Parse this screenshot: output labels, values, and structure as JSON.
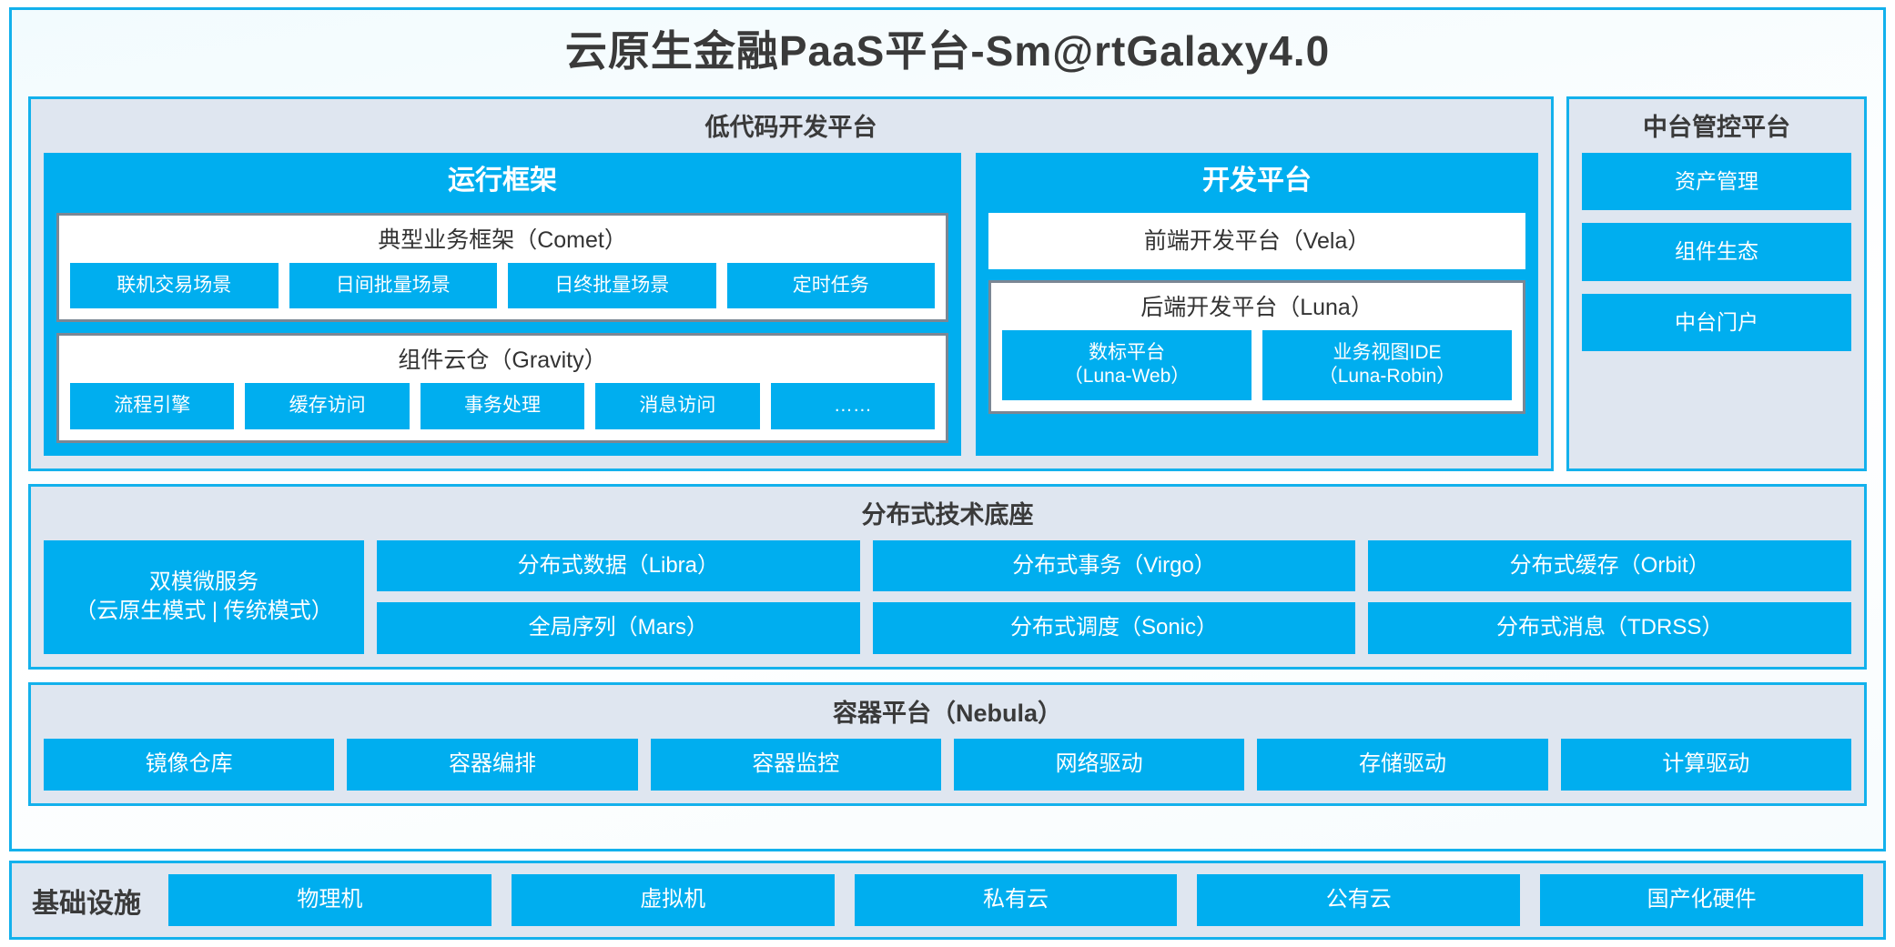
{
  "title": "云原生金融PaaS平台-Sm@rtGalaxy4.0",
  "colors": {
    "accent_blue": "#00AEEF",
    "border_cyan": "#13B1EC",
    "panel_bg": "#DFE6F0",
    "inner_border_grey": "#7B8794",
    "text_dark": "#3A3A3A"
  },
  "lowcode": {
    "title": "低代码开发平台",
    "runtime": {
      "title": "运行框架",
      "comet": {
        "title": "典型业务框架（Comet）",
        "items": [
          "联机交易场景",
          "日间批量场景",
          "日终批量场景",
          "定时任务"
        ]
      },
      "gravity": {
        "title": "组件云仓（Gravity）",
        "items": [
          "流程引擎",
          "缓存访问",
          "事务处理",
          "消息访问",
          "……"
        ]
      }
    },
    "devplatform": {
      "title": "开发平台",
      "vela": "前端开发平台（Vela）",
      "luna": {
        "title": "后端开发平台（Luna）",
        "items": [
          {
            "name": "数标平台",
            "code": "（Luna-Web）"
          },
          {
            "name": "业务视图IDE",
            "code": "（Luna-Robin）"
          }
        ]
      }
    }
  },
  "midoffice": {
    "title": "中台管控平台",
    "items": [
      "资产管理",
      "组件生态",
      "中台门户"
    ]
  },
  "distributed": {
    "title": "分布式技术底座",
    "microservice": {
      "line1": "双模微服务",
      "line2": "（云原生模式 | 传统模式）"
    },
    "columns": [
      [
        "分布式数据（Libra）",
        "全局序列（Mars）"
      ],
      [
        "分布式事务（Virgo）",
        "分布式调度（Sonic）"
      ],
      [
        "分布式缓存（Orbit）",
        "分布式消息（TDRSS）"
      ]
    ]
  },
  "container": {
    "title": "容器平台（Nebula）",
    "items": [
      "镜像仓库",
      "容器编排",
      "容器监控",
      "网络驱动",
      "存储驱动",
      "计算驱动"
    ]
  },
  "infrastructure": {
    "label": "基础设施",
    "items": [
      "物理机",
      "虚拟机",
      "私有云",
      "公有云",
      "国产化硬件"
    ]
  }
}
